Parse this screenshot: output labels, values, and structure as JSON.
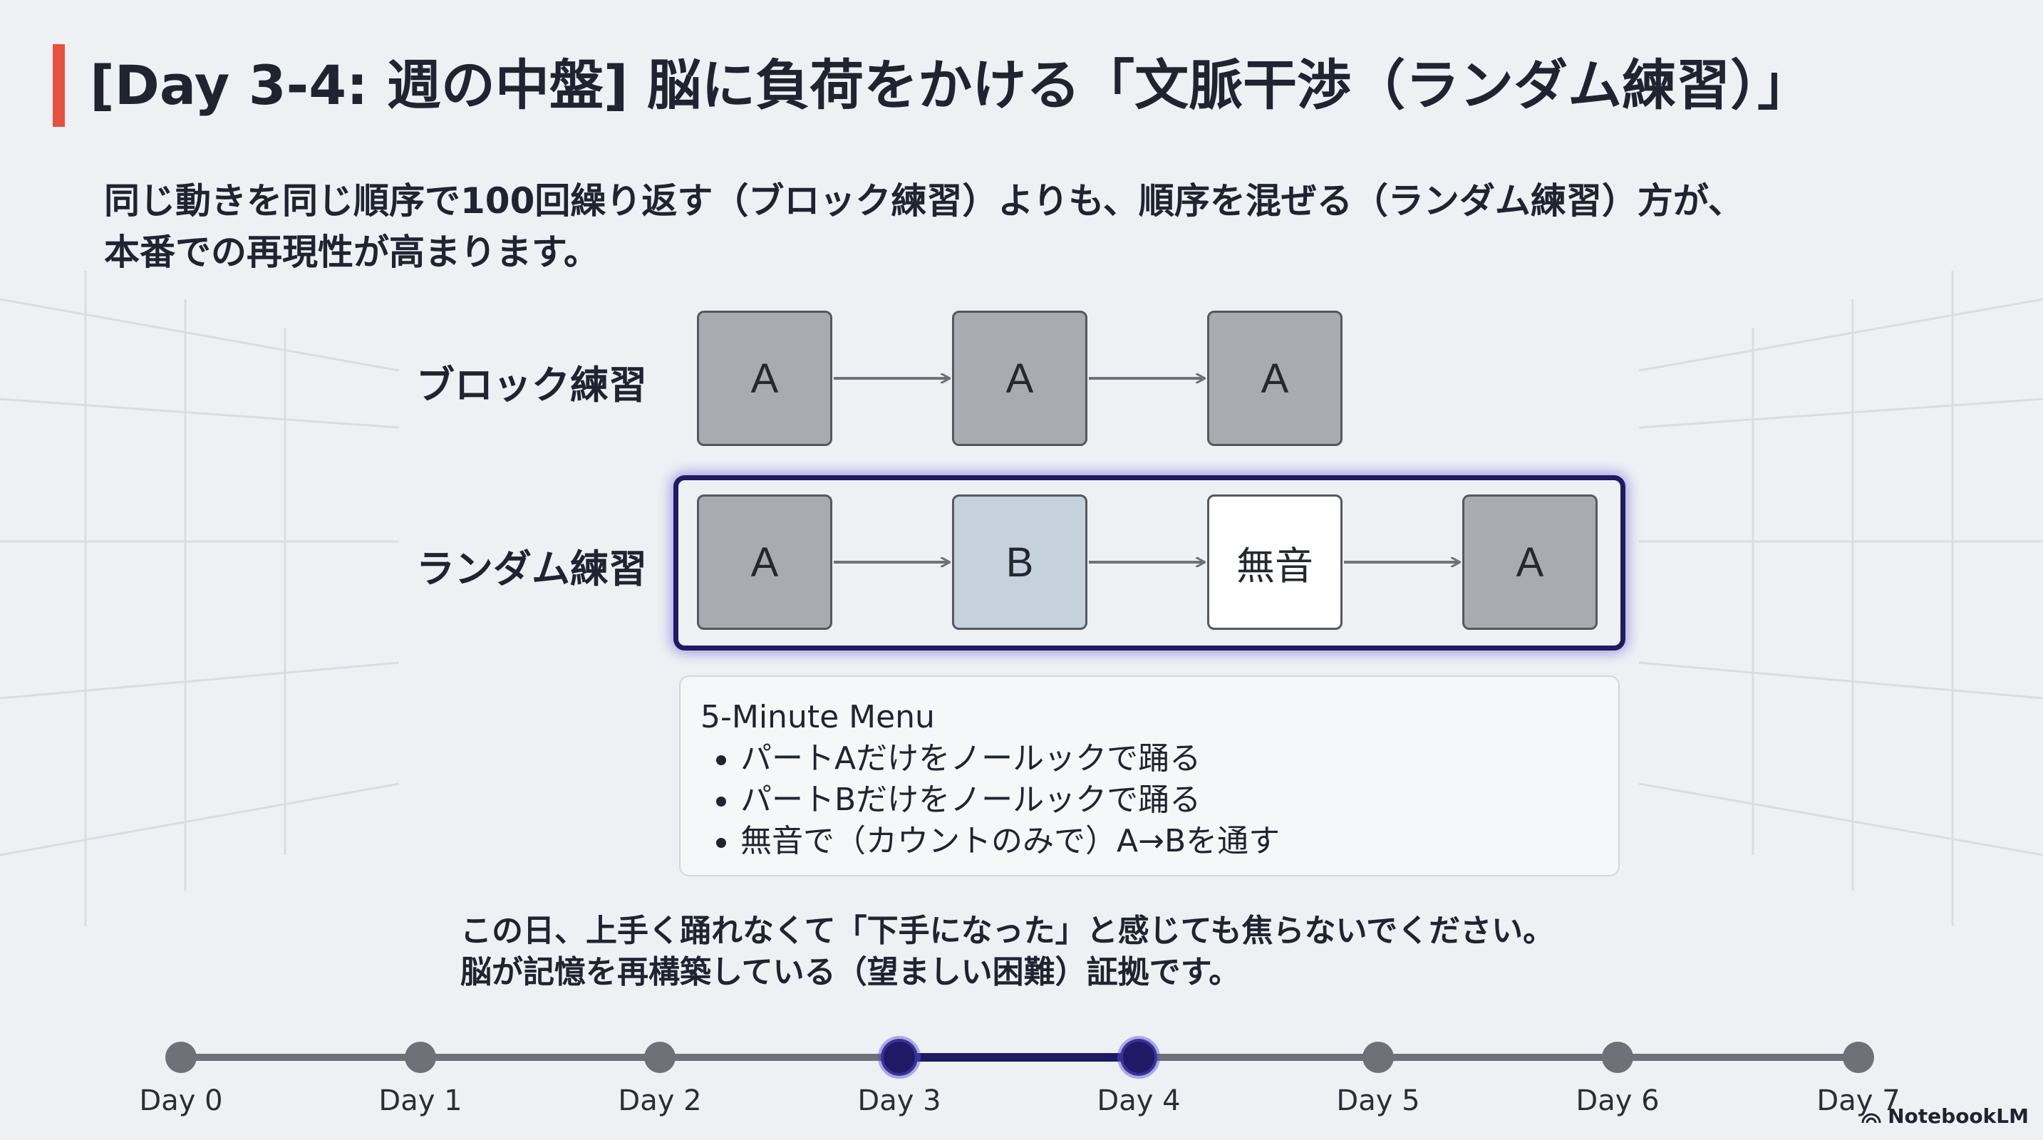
{
  "title": "[Day 3-4: 週の中盤] 脳に負荷をかける「文脈干渉（ランダム練習）」",
  "intro": {
    "line1": "同じ動きを同じ順序で100回繰り返す（ブロック練習）よりも、順序を混ぜる（ランダム練習）方が、",
    "line2": "本番での再現性が高まります。"
  },
  "block_practice": {
    "label": "ブロック練習",
    "boxes": [
      "A",
      "A",
      "A"
    ]
  },
  "random_practice": {
    "label": "ランダム練習",
    "boxes": [
      "A",
      "B",
      "無音",
      "A"
    ]
  },
  "menu": {
    "title": "5-Minute Menu",
    "items": [
      "パートAだけをノールックで踊る",
      "パートBだけをノールックで踊る",
      "無音で（カウントのみで）A→Bを通す"
    ]
  },
  "note": {
    "line1": "この日、上手く踊れなくて「下手になった」と感じても焦らないでください。",
    "line2": "脳が記憶を再構築している（望ましい困難）証拠です。"
  },
  "timeline": {
    "days": [
      "Day 0",
      "Day 1",
      "Day 2",
      "Day 3",
      "Day 4",
      "Day 5",
      "Day 6",
      "Day 7"
    ],
    "highlighted": [
      "Day 3",
      "Day 4"
    ]
  },
  "brand": "NotebookLM",
  "colors": {
    "accent": "#e8513f",
    "highlight": "#1e1a66",
    "box_grey": "#a8abaf",
    "box_blue": "#c5d2de",
    "timeline_grey": "#6e7278"
  }
}
